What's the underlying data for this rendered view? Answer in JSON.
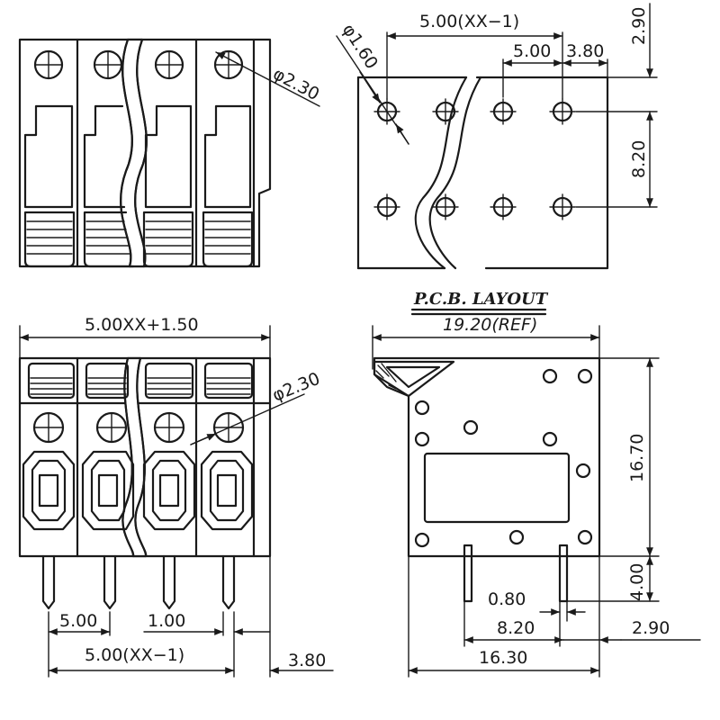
{
  "views": {
    "top": {
      "hole_diameter": "φ2.30"
    },
    "side_top": {
      "pin_diameter": "φ1.60",
      "span_label": "5.00(XX−1)",
      "pitch": "5.00",
      "offset_x": "3.80",
      "offset_y": "2.90",
      "row_spacing": "8.20"
    },
    "front": {
      "overall_width": "5.00XX+1.50",
      "hole_diameter": "φ2.30",
      "pitch": "5.00",
      "pin_width": "1.00",
      "span_label": "5.00(XX−1)",
      "offset": "3.80"
    },
    "pcb": {
      "title": "P.C.B. LAYOUT",
      "ref_width": "19.20(REF)",
      "height": "16.70",
      "pin_len": "4.00",
      "pin_width": "0.80",
      "pin_spacing": "8.20",
      "offset": "2.90",
      "base_width": "16.30"
    }
  }
}
